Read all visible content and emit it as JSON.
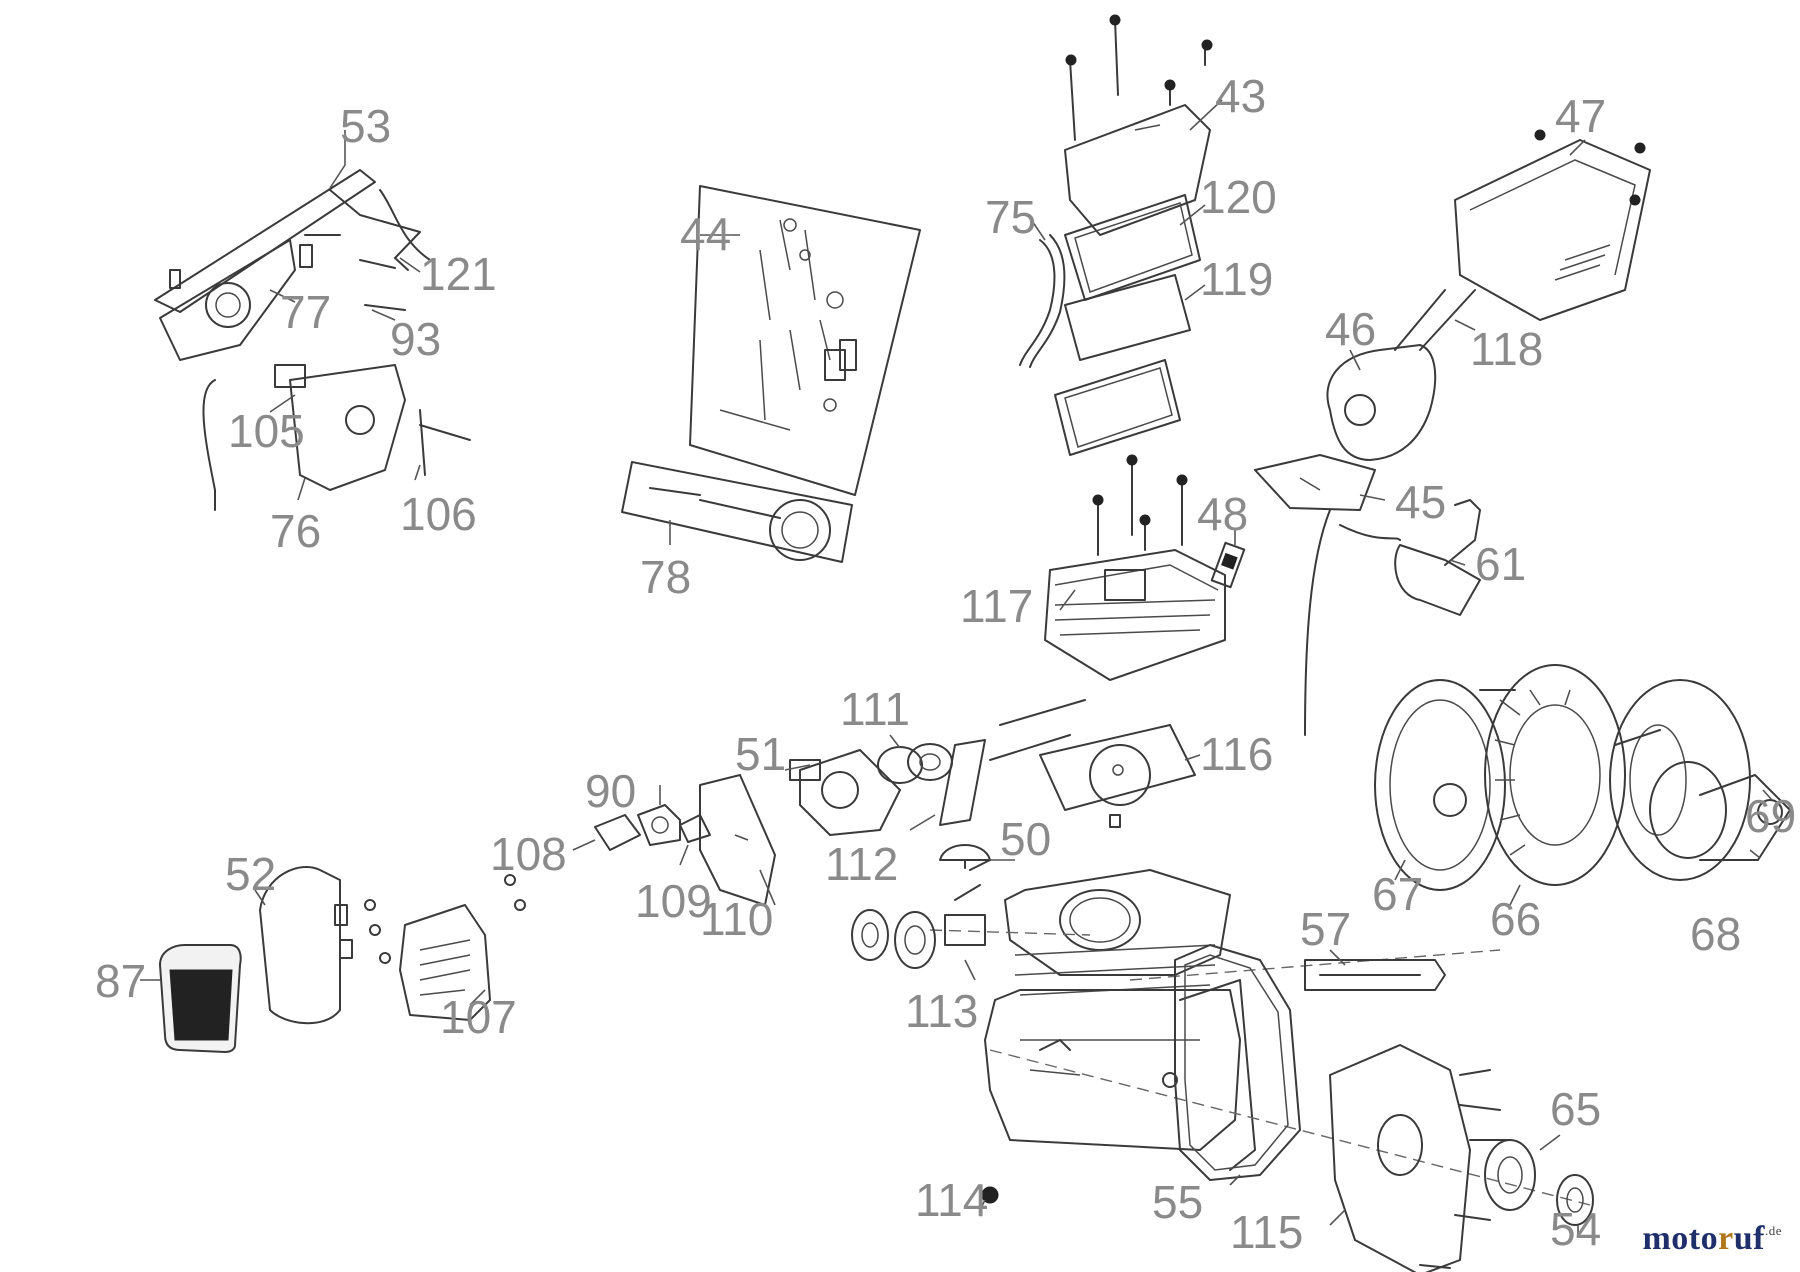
{
  "diagram": {
    "labels": {
      "53": "53",
      "121": "121",
      "77": "77",
      "93": "93",
      "105": "105",
      "76": "76",
      "106": "106",
      "44": "44",
      "78": "78",
      "43": "43",
      "75": "75",
      "120": "120",
      "119": "119",
      "47": "47",
      "46": "46",
      "118": "118",
      "45": "45",
      "48": "48",
      "117": "117",
      "61": "61",
      "111": "111",
      "51": "51",
      "90": "90",
      "108": "108",
      "109": "109",
      "110": "110",
      "112": "112",
      "50": "50",
      "116": "116",
      "67": "67",
      "66": "66",
      "69": "69",
      "68": "68",
      "52": "52",
      "87": "87",
      "107": "107",
      "57": "57",
      "113": "113",
      "114": "114",
      "55": "55",
      "115": "115",
      "65": "65",
      "54": "54"
    }
  },
  "brand": {
    "part1": "moto",
    "part2": "r",
    "part3": "uf",
    "suffix": ".de"
  }
}
